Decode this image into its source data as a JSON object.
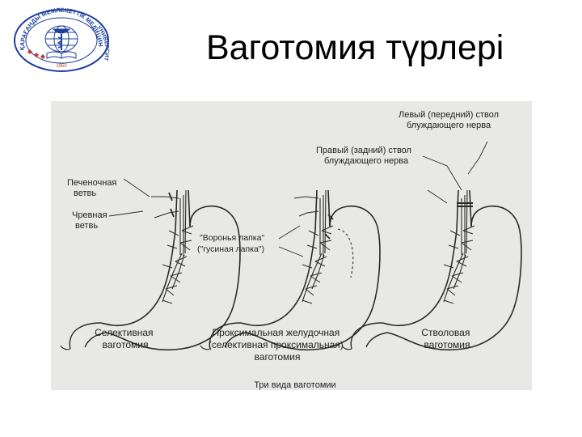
{
  "title": "Ваготомия түрлері",
  "logo": {
    "arc_top_text": "ҚАРАҒАНДЫ МЕМЛЕКЕТТІК МЕДИЦИНА",
    "arc_right_text": "УНИВЕРСИТЕТІ",
    "year": "1950"
  },
  "figure": {
    "caption": "Три вида ваготомии",
    "labels": {
      "hepatic_branch": [
        "Печеночная",
        "ветвь"
      ],
      "celiac_branch": [
        "Чревная",
        "ветвь"
      ],
      "crows_foot": [
        "\"Воронья лапка\"",
        "(\"гусиная лапка\")"
      ],
      "right_trunk": [
        "Правый (задний) ствол",
        "блуждающего нерва"
      ],
      "left_trunk": [
        "Левый (передний) ствол",
        "блуждающего нерва"
      ]
    },
    "panels": [
      {
        "name": [
          "Селективная",
          "ваготомия"
        ]
      },
      {
        "name": [
          "Проксимальная желудочная",
          "(селективная проксимальная)",
          "ваготомия"
        ]
      },
      {
        "name": [
          "Стволовая",
          "ваготомия"
        ]
      }
    ]
  },
  "colors": {
    "background": "#ffffff",
    "figure_background": "#e8e8e6",
    "ink": "#222222",
    "logo_blue": "#1f3f9a",
    "logo_red": "#c0392b"
  }
}
